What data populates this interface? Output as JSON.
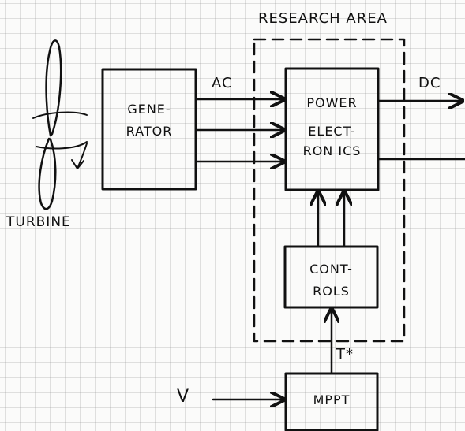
{
  "diagram": {
    "area_title": "RESEARCH AREA",
    "turbine_label": "TURBINE",
    "generator": {
      "line1": "GENE-",
      "line2": "RATOR"
    },
    "power_electronics": {
      "line1": "POWER",
      "line2": "ELECT-",
      "line3": "RON ICS"
    },
    "controls": {
      "line1": "CONT-",
      "line2": "ROLS"
    },
    "mppt": {
      "line1": "MPPT"
    },
    "ac_label": "AC",
    "dc_label": "DC",
    "t_star_label": "T*",
    "v_label": "V"
  }
}
